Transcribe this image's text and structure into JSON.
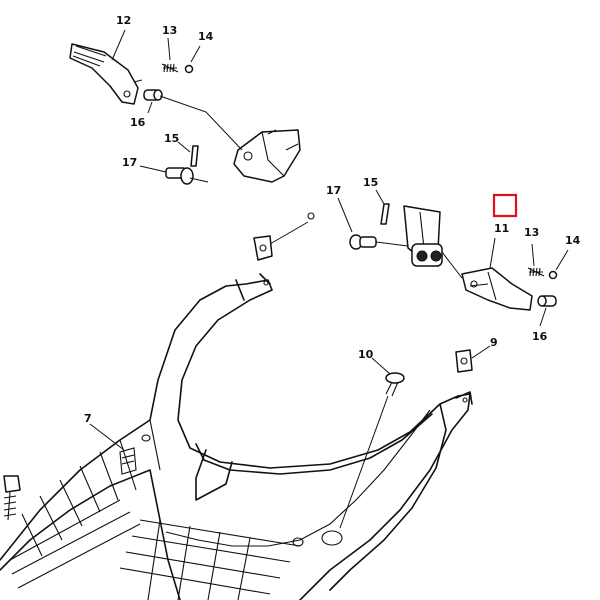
{
  "diagram": {
    "labels": {
      "l12": "12",
      "l13a": "13",
      "l14a": "14",
      "l16a": "16",
      "l15a": "15",
      "l17a": "17",
      "l17b": "17",
      "l15b": "15",
      "l11": "11",
      "l13b": "13",
      "l14b": "14",
      "l16b": "16",
      "l10": "10",
      "l9": "9",
      "l7": "7"
    },
    "highlight_color": "#e0101a"
  }
}
